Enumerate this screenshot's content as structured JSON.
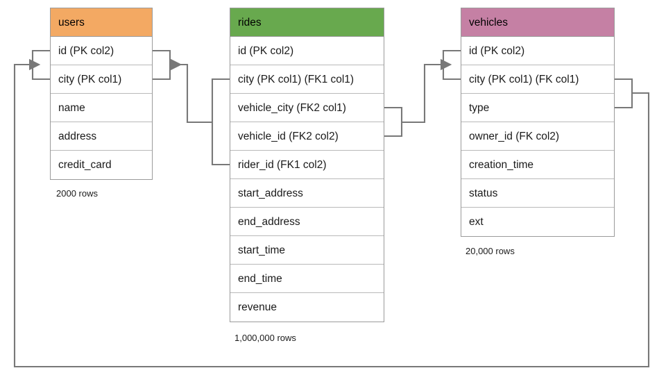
{
  "diagram": {
    "type": "er-diagram",
    "background_color": "#ffffff",
    "connector_color": "#787878",
    "border_color": "#9a9a9a",
    "tables": [
      {
        "id": "users",
        "name": "users",
        "header_color": "#f3a963",
        "row_count": "2000 rows",
        "fields": [
          "id (PK col2)",
          "city (PK col1)",
          "name",
          "address",
          "credit_card"
        ]
      },
      {
        "id": "rides",
        "name": "rides",
        "header_color": "#68a94e",
        "row_count": "1,000,000 rows",
        "fields": [
          "id (PK col2)",
          "city (PK col1) (FK1 col1)",
          "vehicle_city (FK2 col1)",
          "vehicle_id (FK2 col2)",
          "rider_id (FK1 col2)",
          "start_address",
          "end_address",
          "start_time",
          "end_time",
          "revenue"
        ]
      },
      {
        "id": "vehicles",
        "name": "vehicles",
        "header_color": "#c580a4",
        "row_count": "20,000 rows",
        "fields": [
          "id (PK col2)",
          "city (PK col1) (FK col1)",
          "type",
          "owner_id (FK col2)",
          "creation_time",
          "status",
          "ext"
        ]
      }
    ],
    "relationships": [
      {
        "name": "rides-fk1-to-users",
        "from_table": "rides",
        "from_fields": [
          "city (PK col1) (FK1 col1)",
          "rider_id (FK1 col2)"
        ],
        "to_table": "users",
        "to_fields": [
          "id (PK col2)",
          "city (PK col1)"
        ]
      },
      {
        "name": "rides-fk2-to-vehicles",
        "from_table": "rides",
        "from_fields": [
          "vehicle_city (FK2 col1)",
          "vehicle_id (FK2 col2)"
        ],
        "to_table": "vehicles",
        "to_fields": [
          "id (PK col2)",
          "city (PK col1) (FK col1)"
        ]
      },
      {
        "name": "vehicles-fk-to-users",
        "from_table": "vehicles",
        "from_fields": [
          "city (PK col1) (FK col1)",
          "owner_id (FK col2)"
        ],
        "to_table": "users",
        "to_fields": [
          "id (PK col2)",
          "city (PK col1)"
        ]
      }
    ]
  }
}
